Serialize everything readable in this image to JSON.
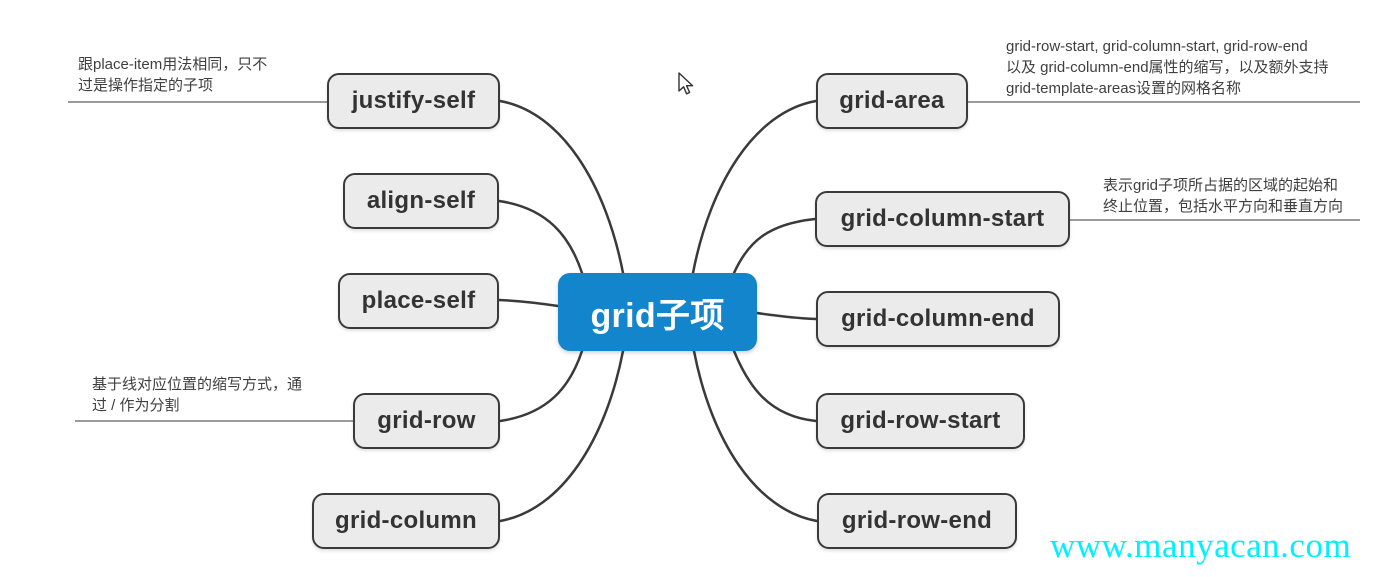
{
  "mindmap": {
    "root": {
      "label": "grid子项"
    },
    "left_branches": [
      {
        "label": "justify-self"
      },
      {
        "label": "align-self"
      },
      {
        "label": "place-self"
      },
      {
        "label": "grid-row"
      },
      {
        "label": "grid-column"
      }
    ],
    "right_branches": [
      {
        "label": "grid-area"
      },
      {
        "label": "grid-column-start"
      },
      {
        "label": "grid-column-end"
      },
      {
        "label": "grid-row-start"
      },
      {
        "label": "grid-row-end"
      }
    ],
    "notes": {
      "justify_self": {
        "line1": "跟place-item用法相同，只不",
        "line2": "过是操作指定的子项"
      },
      "grid_row": {
        "line1": "基于线对应位置的缩写方式，通",
        "line2": "过 / 作为分割"
      },
      "grid_area": {
        "line1": "grid-row-start, grid-column-start, grid-row-end",
        "line2": "以及 grid-column-end属性的缩写，以及额外支持",
        "line3": "grid-template-areas设置的网格名称"
      },
      "grid_column_start": {
        "line1": "表示grid子项所占据的区域的起始和",
        "line2": "终止位置，包括水平方向和垂直方向"
      }
    },
    "colors": {
      "root_fill": "#1385cc",
      "root_text": "#ffffff",
      "branch_fill": "#ebebeb",
      "branch_border": "#3a3a3a",
      "branch_text": "#333333",
      "connector": "#3a3a3a",
      "note_line": "#7a7a7a",
      "note_text": "#3f3f3f"
    }
  },
  "watermark": {
    "text": "www.manyacan.com",
    "color": "#00f0ff"
  }
}
